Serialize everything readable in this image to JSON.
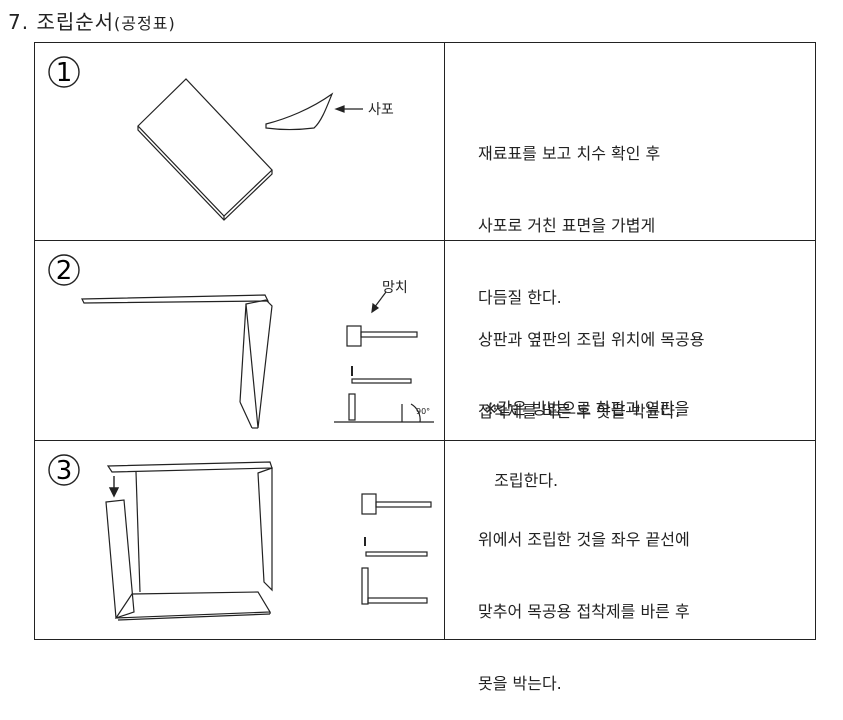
{
  "section": {
    "title": "7. 조립순서",
    "subtitle": "(공정표)"
  },
  "steps": [
    {
      "number": "1",
      "label_tool": "사포",
      "lines": [
        "재료표를 보고 치수 확인 후",
        "사포로 거친 표면을 가볍게",
        "다듬질 한다."
      ]
    },
    {
      "number": "2",
      "label_tool": "망치",
      "angle_label": "90°",
      "lines": [
        "상판과 옆판의 조립 위치에 목공용",
        "접착제를 바른 후 못을 박는다."
      ],
      "note": [
        "※같은 방법으로 하판과 옆판을",
        "  조립한다."
      ]
    },
    {
      "number": "3",
      "lines": [
        "위에서 조립한 것을 좌우 끝선에",
        "맞추어 목공용 접착제를 바른 후",
        "못을 박는다."
      ]
    }
  ]
}
